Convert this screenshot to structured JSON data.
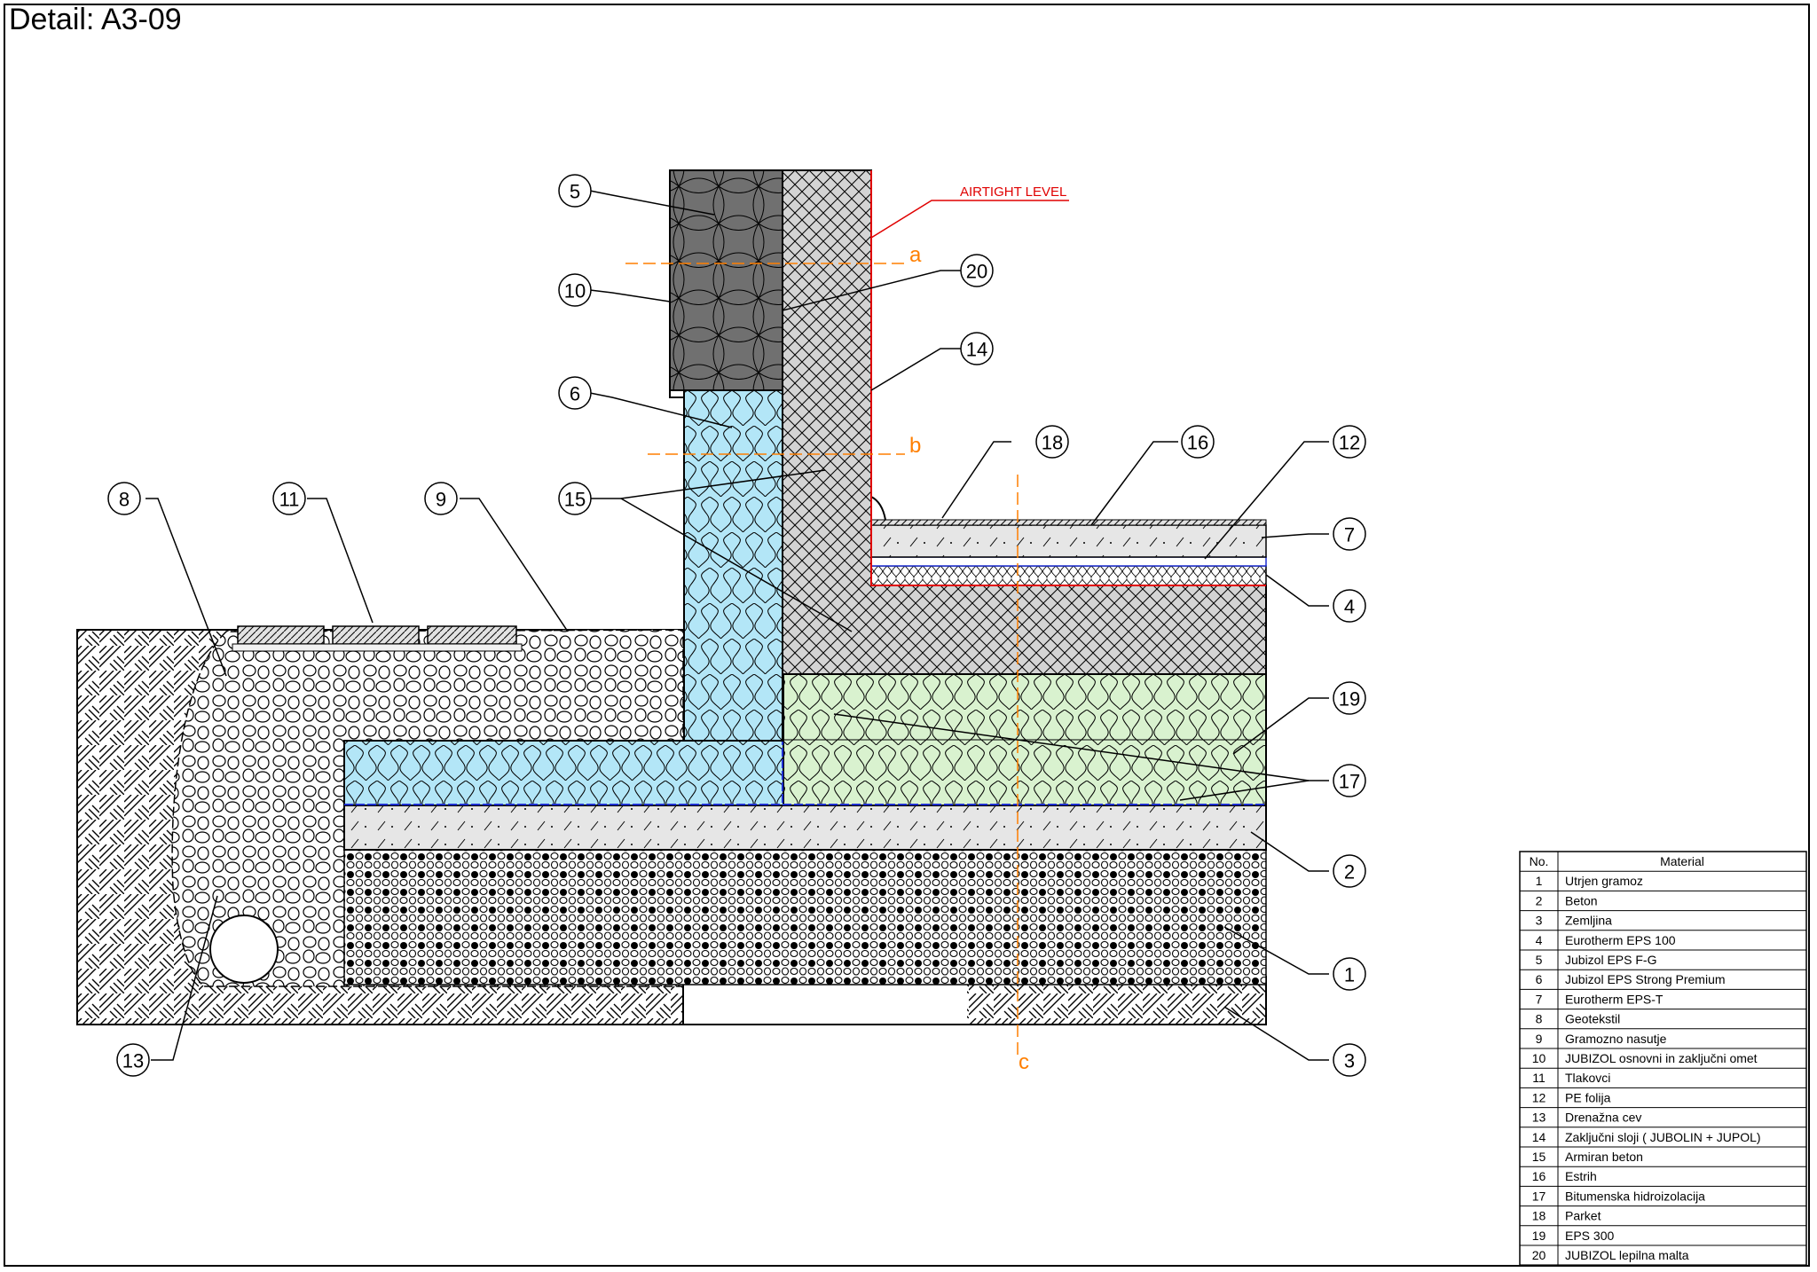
{
  "title": "Detail: A3-09",
  "airtight_label": "AIRTIGHT LEVEL",
  "axes": [
    "a",
    "b",
    "c"
  ],
  "callouts": [
    "1",
    "2",
    "3",
    "4",
    "5",
    "6",
    "7",
    "8",
    "9",
    "10",
    "11",
    "12",
    "13",
    "14",
    "15",
    "16",
    "17",
    "18",
    "19",
    "20"
  ],
  "table": {
    "headers": [
      "No.",
      "Material"
    ],
    "rows": [
      [
        "1",
        "Utrjen gramoz"
      ],
      [
        "2",
        "Beton"
      ],
      [
        "3",
        "Zemljina"
      ],
      [
        "4",
        "Eurotherm EPS 100"
      ],
      [
        "5",
        "Jubizol EPS F-G"
      ],
      [
        "6",
        "Jubizol EPS Strong Premium"
      ],
      [
        "7",
        "Eurotherm EPS-T"
      ],
      [
        "8",
        "Geotekstil"
      ],
      [
        "9",
        "Gramozno nasutje"
      ],
      [
        "10",
        "JUBIZOL osnovni in zaključni omet"
      ],
      [
        "11",
        "Tlakovci"
      ],
      [
        "12",
        "PE folija"
      ],
      [
        "13",
        "Drenažna cev"
      ],
      [
        "14",
        "Zaključni sloji  ( JUBOLIN + JUPOL)"
      ],
      [
        "15",
        "Armiran beton"
      ],
      [
        "16",
        "Estrih"
      ],
      [
        "17",
        "Bitumenska hidroizolacija"
      ],
      [
        "18",
        "Parket"
      ],
      [
        "19",
        "EPS 300"
      ],
      [
        "20",
        "JUBIZOL lepilna malta"
      ]
    ]
  },
  "colors": {
    "eps_blue": "#b3e6f7",
    "eps_green": "#d9f2cf",
    "dark_eps": "#6e6e6e",
    "concrete": "#d4d4d4",
    "screed": "#e6e6e6",
    "airtight": "#e00000",
    "axis": "#ff7f00",
    "waterproofing": "#1e2fd0"
  }
}
